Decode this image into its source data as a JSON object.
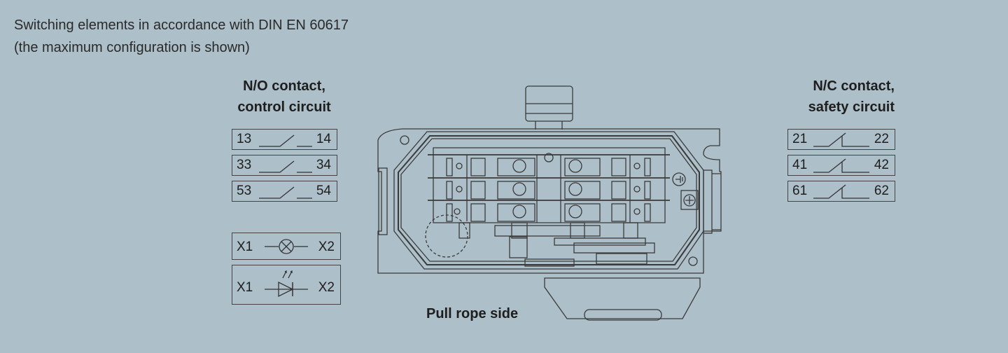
{
  "header": {
    "line1": "Switching elements in accordance with DIN EN 60617",
    "line2": "(the maximum configuration is shown)"
  },
  "no_contacts": {
    "heading_line1": "N/O contact,",
    "heading_line2": "control circuit",
    "items": [
      {
        "left": "13",
        "right": "14"
      },
      {
        "left": "33",
        "right": "34"
      },
      {
        "left": "53",
        "right": "54"
      }
    ]
  },
  "indicators": [
    {
      "left": "X1",
      "right": "X2",
      "symbol": "lamp-icon"
    },
    {
      "left": "X1",
      "right": "X2",
      "symbol": "led-icon"
    }
  ],
  "nc_contacts": {
    "heading_line1": "N/C contact,",
    "heading_line2": "safety circuit",
    "items": [
      {
        "left": "21",
        "right": "22"
      },
      {
        "left": "41",
        "right": "42"
      },
      {
        "left": "61",
        "right": "62"
      }
    ]
  },
  "device": {
    "caption": "Pull rope side"
  },
  "colors": {
    "background": "#adbfc9",
    "line": "#3a3a3a"
  }
}
